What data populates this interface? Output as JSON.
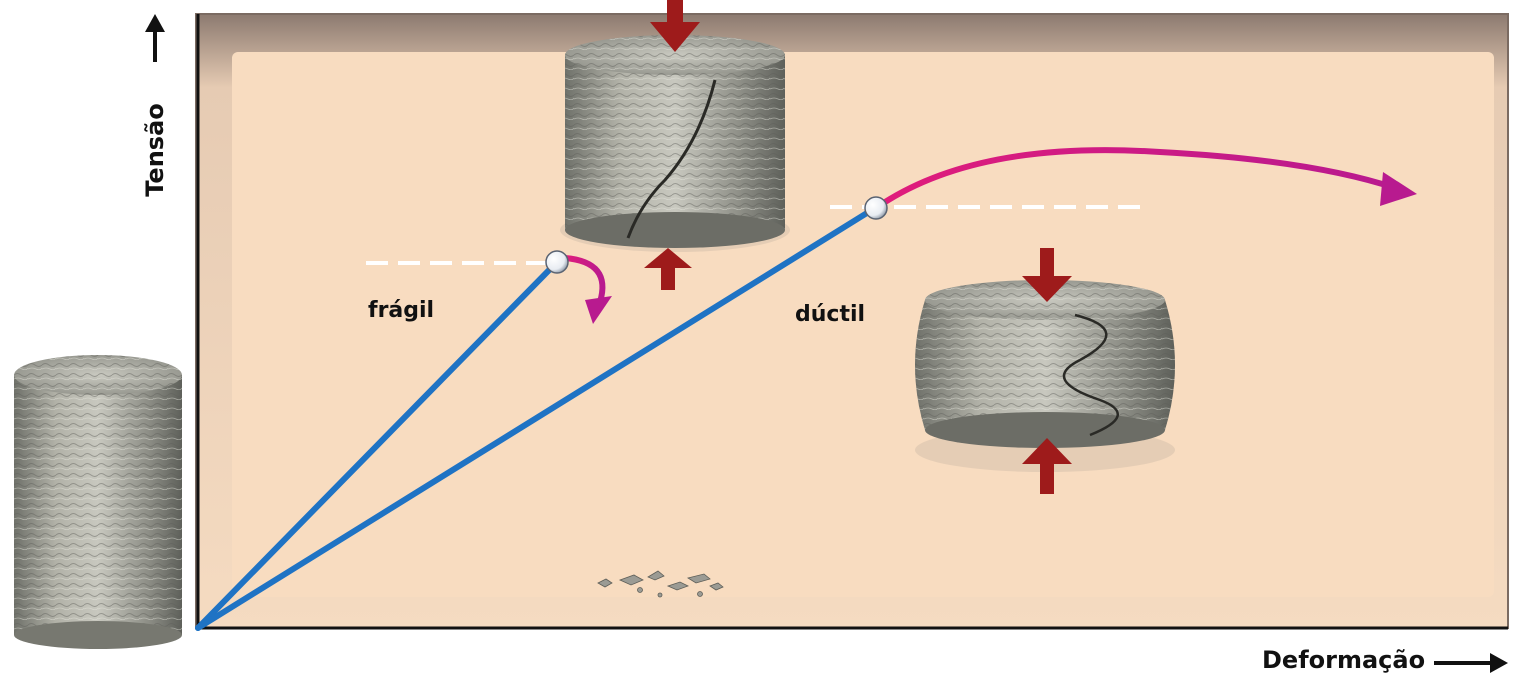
{
  "axes": {
    "y_label": "Tensão",
    "x_label": "Deformação"
  },
  "curves": [
    {
      "id": "fragil",
      "label": "frágil",
      "color": "#1f73c4",
      "end_color": "#d81b7a"
    },
    {
      "id": "ductil",
      "label": "dúctil",
      "color": "#1f73c4",
      "end_color": "#d81b7a"
    }
  ],
  "colors": {
    "plot_background": "#f8dcc0",
    "plot_frame_shadow": "#8e7a6e",
    "axis": "#111111",
    "yield_line": "#ffffff",
    "yield_point": "#ffffff",
    "force_arrow": "#9e1b1b",
    "rock": "#9a9a90"
  },
  "icons": {
    "up_arrow": "arrow-up-icon",
    "right_arrow": "arrow-right-icon",
    "force_arrow": "compression-arrow-icon"
  }
}
